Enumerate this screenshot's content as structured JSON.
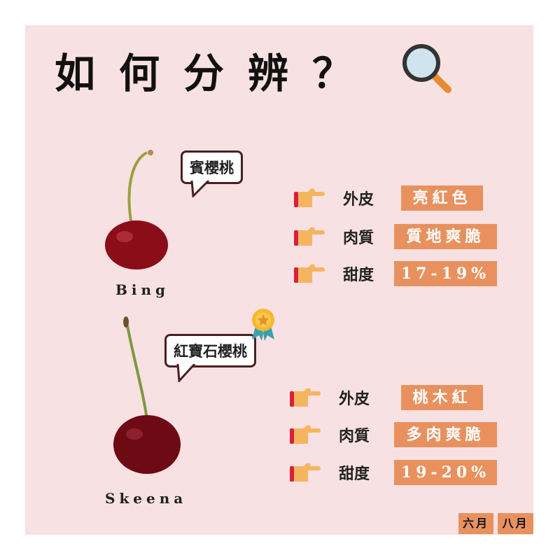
{
  "title": "如何分辨？",
  "cherries": [
    {
      "name": "Bing",
      "label": "賓櫻桃",
      "rows": [
        {
          "k": "外皮",
          "v": "亮紅色"
        },
        {
          "k": "肉質",
          "v": "質地爽脆"
        },
        {
          "k": "甜度",
          "v": "17-19%"
        }
      ]
    },
    {
      "name": "Skeena",
      "label": "紅寶石櫻桃",
      "rows": [
        {
          "k": "外皮",
          "v": "桃木紅"
        },
        {
          "k": "肉質",
          "v": "多肉爽脆"
        },
        {
          "k": "甜度",
          "v": "19-20%"
        }
      ]
    }
  ],
  "months": [
    "六月",
    "八月"
  ],
  "colors": {
    "background": "#f8e1e2",
    "tag": "#e8915f",
    "cherry": "#8b0d18"
  }
}
